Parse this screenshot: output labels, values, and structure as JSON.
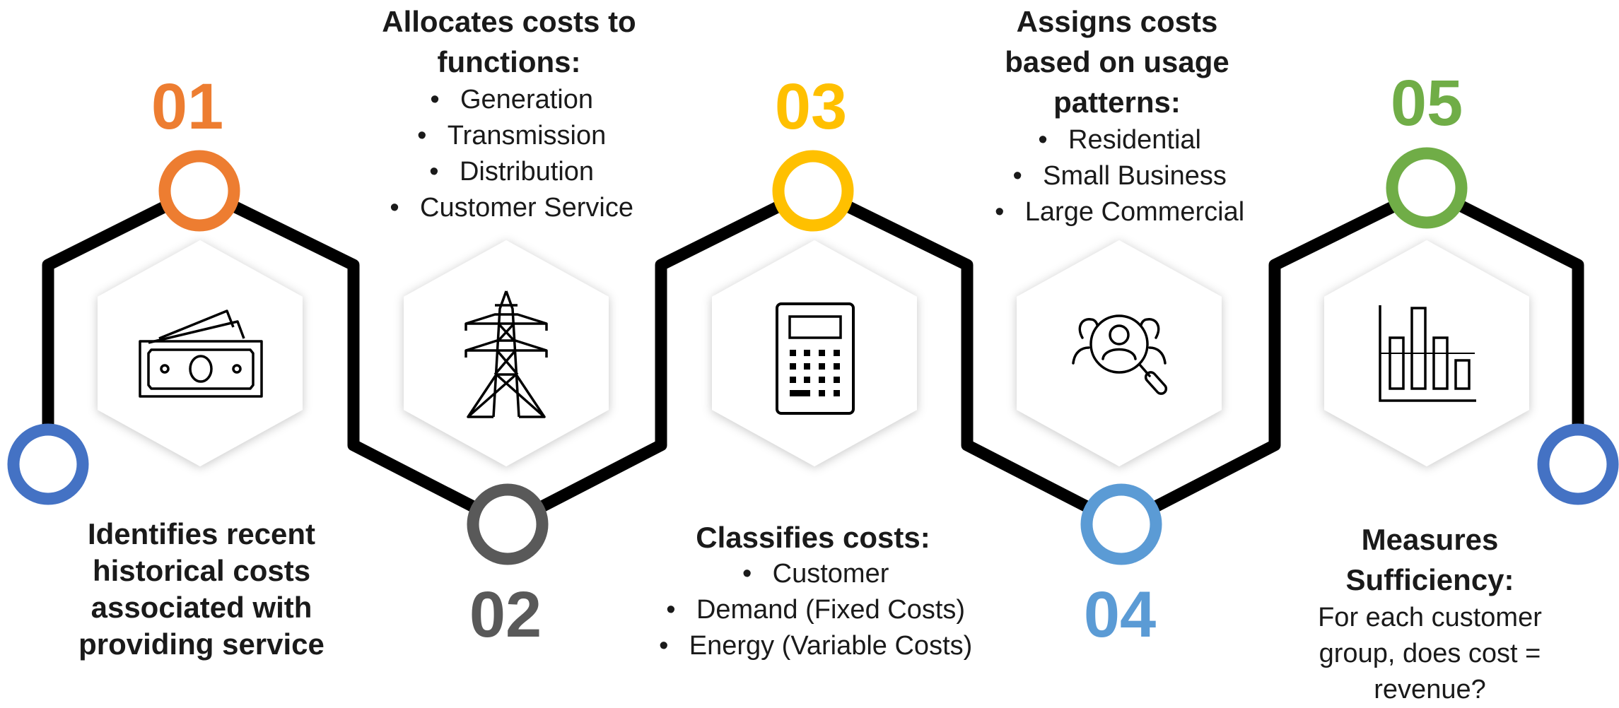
{
  "colors": {
    "step1": "#ED7D31",
    "step2": "#595959",
    "step3": "#FFC000",
    "step4": "#5B9BD5",
    "step5": "#70AD47",
    "endpoints": "#4472C4",
    "path": "#000000",
    "hexagon_fill": "#ffffff"
  },
  "steps": [
    {
      "number": "01",
      "icon": "money-icon",
      "heading": "Identifies recent historical costs associated with providing service",
      "heading_lines": [
        "Identifies recent",
        "historical costs",
        "associated with",
        "providing service"
      ],
      "bullets": []
    },
    {
      "number": "02",
      "icon": "transmission-tower-icon",
      "heading": "Allocates costs to functions:",
      "heading_lines": [
        "Allocates costs to",
        "functions:"
      ],
      "bullets": [
        "Generation",
        "Transmission",
        "Distribution",
        "Customer Service"
      ]
    },
    {
      "number": "03",
      "icon": "calculator-icon",
      "heading": "Classifies costs:",
      "heading_lines": [
        "Classifies costs:"
      ],
      "bullets": [
        "Customer",
        "Demand (Fixed Costs)",
        "Energy (Variable Costs)"
      ]
    },
    {
      "number": "04",
      "icon": "user-search-icon",
      "heading": "Assigns costs based on usage patterns:",
      "heading_lines": [
        "Assigns costs",
        "based on usage",
        "patterns:"
      ],
      "bullets": [
        "Residential",
        "Small Business",
        "Large Commercial"
      ]
    },
    {
      "number": "05",
      "icon": "bar-chart-icon",
      "heading": "Measures Sufficiency:",
      "heading_lines": [
        "Measures",
        "Sufficiency:"
      ],
      "body_lines": [
        "For each customer",
        "group, does cost =",
        "revenue?"
      ],
      "bullets": []
    }
  ]
}
